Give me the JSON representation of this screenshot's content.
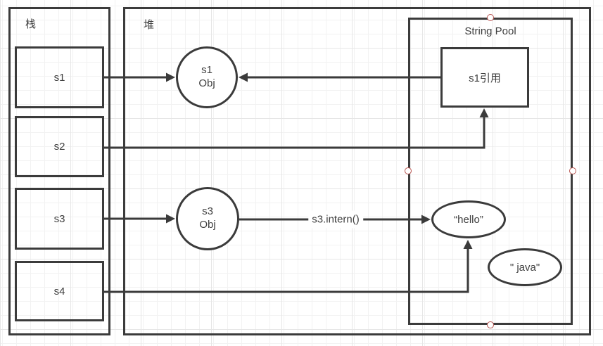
{
  "colors": {
    "stroke": "#3b3b3b",
    "label_text": "#3f3f3f",
    "handle_border": "#b85450",
    "handle_fill": "#ffffff",
    "grid_minor": "#f2f2f2",
    "grid_major": "#e6e6e6",
    "canvas_bg": "#ffffff"
  },
  "stack": {
    "title": "栈",
    "slots": [
      {
        "label": "s1"
      },
      {
        "label": "s2"
      },
      {
        "label": "s3"
      },
      {
        "label": "s4"
      }
    ]
  },
  "heap": {
    "title": "堆",
    "objects": [
      {
        "label": "s1\nObj"
      },
      {
        "label": "s3\nObj"
      }
    ]
  },
  "string_pool": {
    "title": "String Pool",
    "reference_box": {
      "label": "s1引用"
    },
    "literals": [
      {
        "label": "“hello”"
      },
      {
        "label": "\" java\""
      }
    ]
  },
  "edges": {
    "intern_label": "s3.intern()"
  }
}
